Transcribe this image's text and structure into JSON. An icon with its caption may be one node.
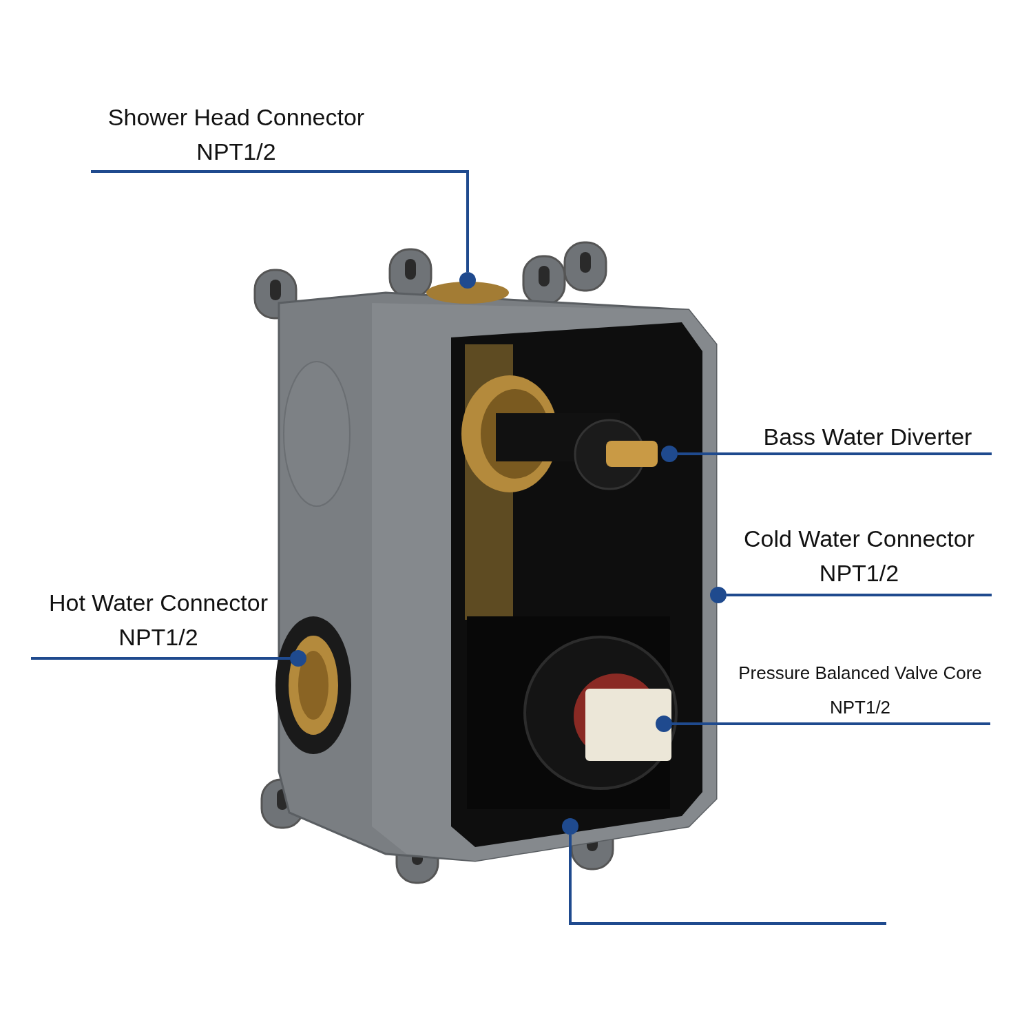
{
  "diagram": {
    "nodes": [
      {
        "text": [
          "Shower Head Connector",
          "NPT1/2"
        ]
      },
      {
        "text": [],
        "shape": "circle"
      },
      {
        "text": [
          "Bass Water Diverter"
        ]
      },
      {
        "text": [],
        "shape": "circle"
      },
      {
        "text": [
          "Cold Water Connector",
          "NPT1/2"
        ]
      },
      {
        "text": [],
        "shape": "circle"
      },
      {
        "text": [
          "Hot Water Connector",
          "NPT1/2"
        ]
      },
      {
        "text": [],
        "shape": "circle"
      },
      {
        "text": [
          "Pressure Balanced Valve Core",
          "NPT1/2"
        ]
      },
      {
        "text": [],
        "shape": "circle"
      },
      {
        "text": [],
        "shape": "circle"
      }
    ],
    "edges": [
      {
        "from": 0,
        "to": 1,
        "arrow": "none"
      },
      {
        "from": 2,
        "to": 3,
        "arrow": "none"
      },
      {
        "from": 4,
        "to": 5,
        "arrow": "none"
      },
      {
        "from": 6,
        "to": 7,
        "arrow": "none"
      },
      {
        "from": 8,
        "to": 9,
        "arrow": "none"
      },
      {
        "from": 10,
        "to": null,
        "arrow": "none"
      }
    ]
  }
}
